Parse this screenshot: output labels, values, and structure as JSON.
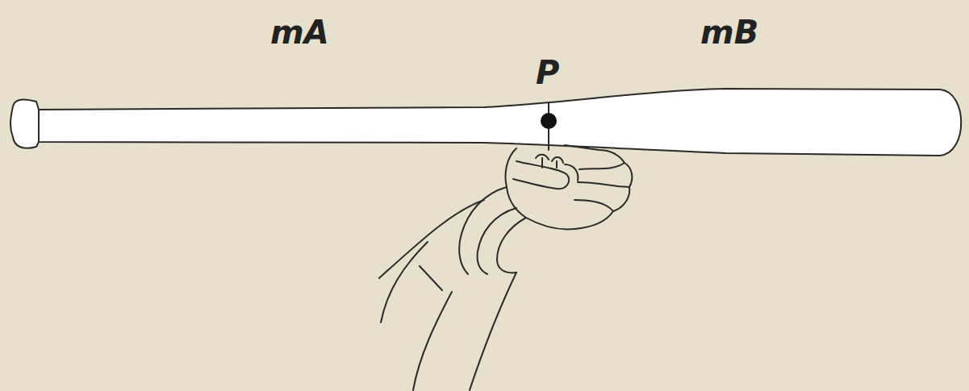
{
  "diagram": {
    "labels": [
      "mA",
      "mB",
      "P"
    ]
  }
}
